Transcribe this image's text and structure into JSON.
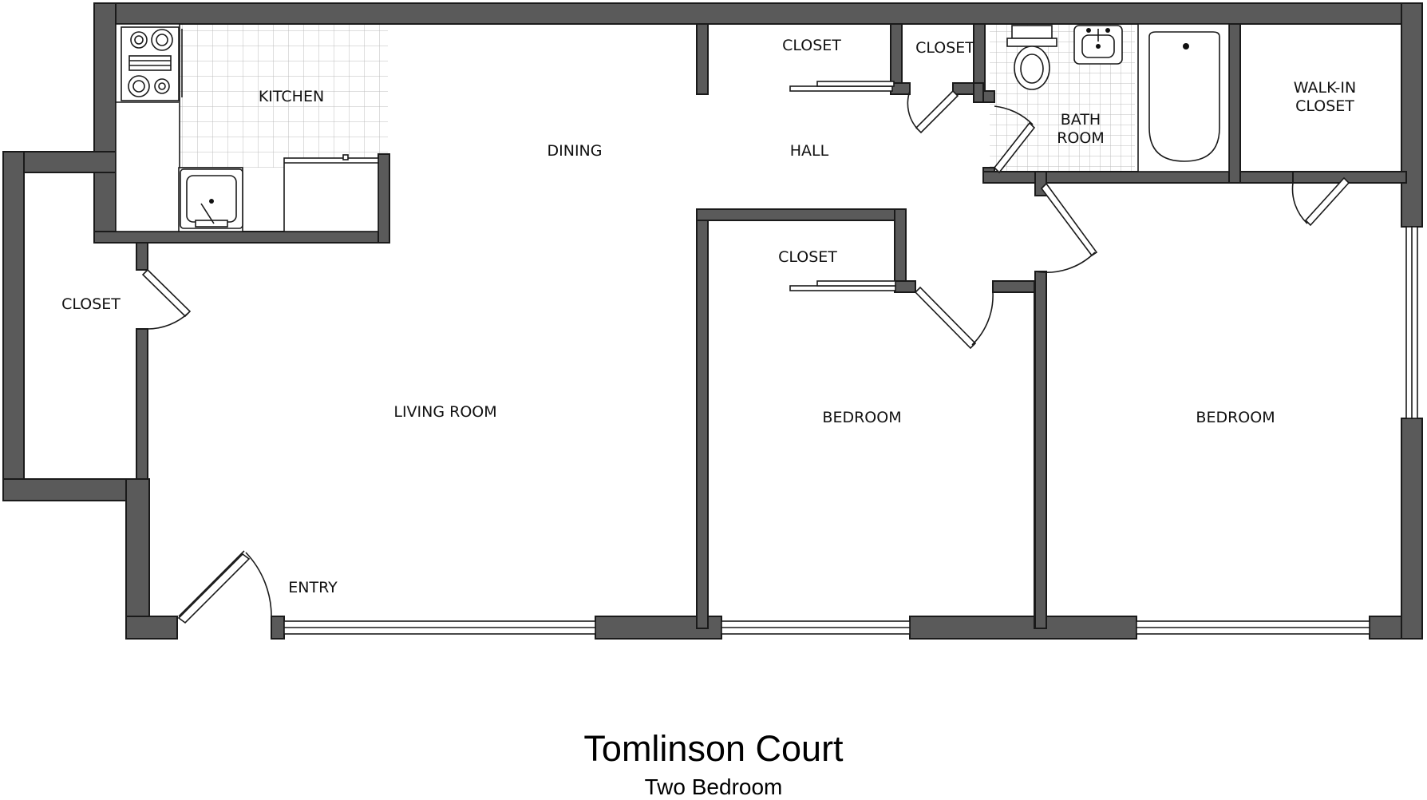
{
  "plan": {
    "title": "Tomlinson Court",
    "subtitle": "Two Bedroom"
  },
  "rooms": {
    "kitchen": "KITCHEN",
    "dining": "DINING",
    "hall": "HALL",
    "closet_hall": "CLOSET",
    "closet_small": "CLOSET",
    "bath_line1": "BATH",
    "bath_line2": "ROOM",
    "walkin_line1": "WALK-IN",
    "walkin_line2": "CLOSET",
    "closet_left": "CLOSET",
    "living_room": "LIVING ROOM",
    "closet_bedroom": "CLOSET",
    "bedroom_1": "BEDROOM",
    "bedroom_2": "BEDROOM",
    "entry": "ENTRY"
  }
}
